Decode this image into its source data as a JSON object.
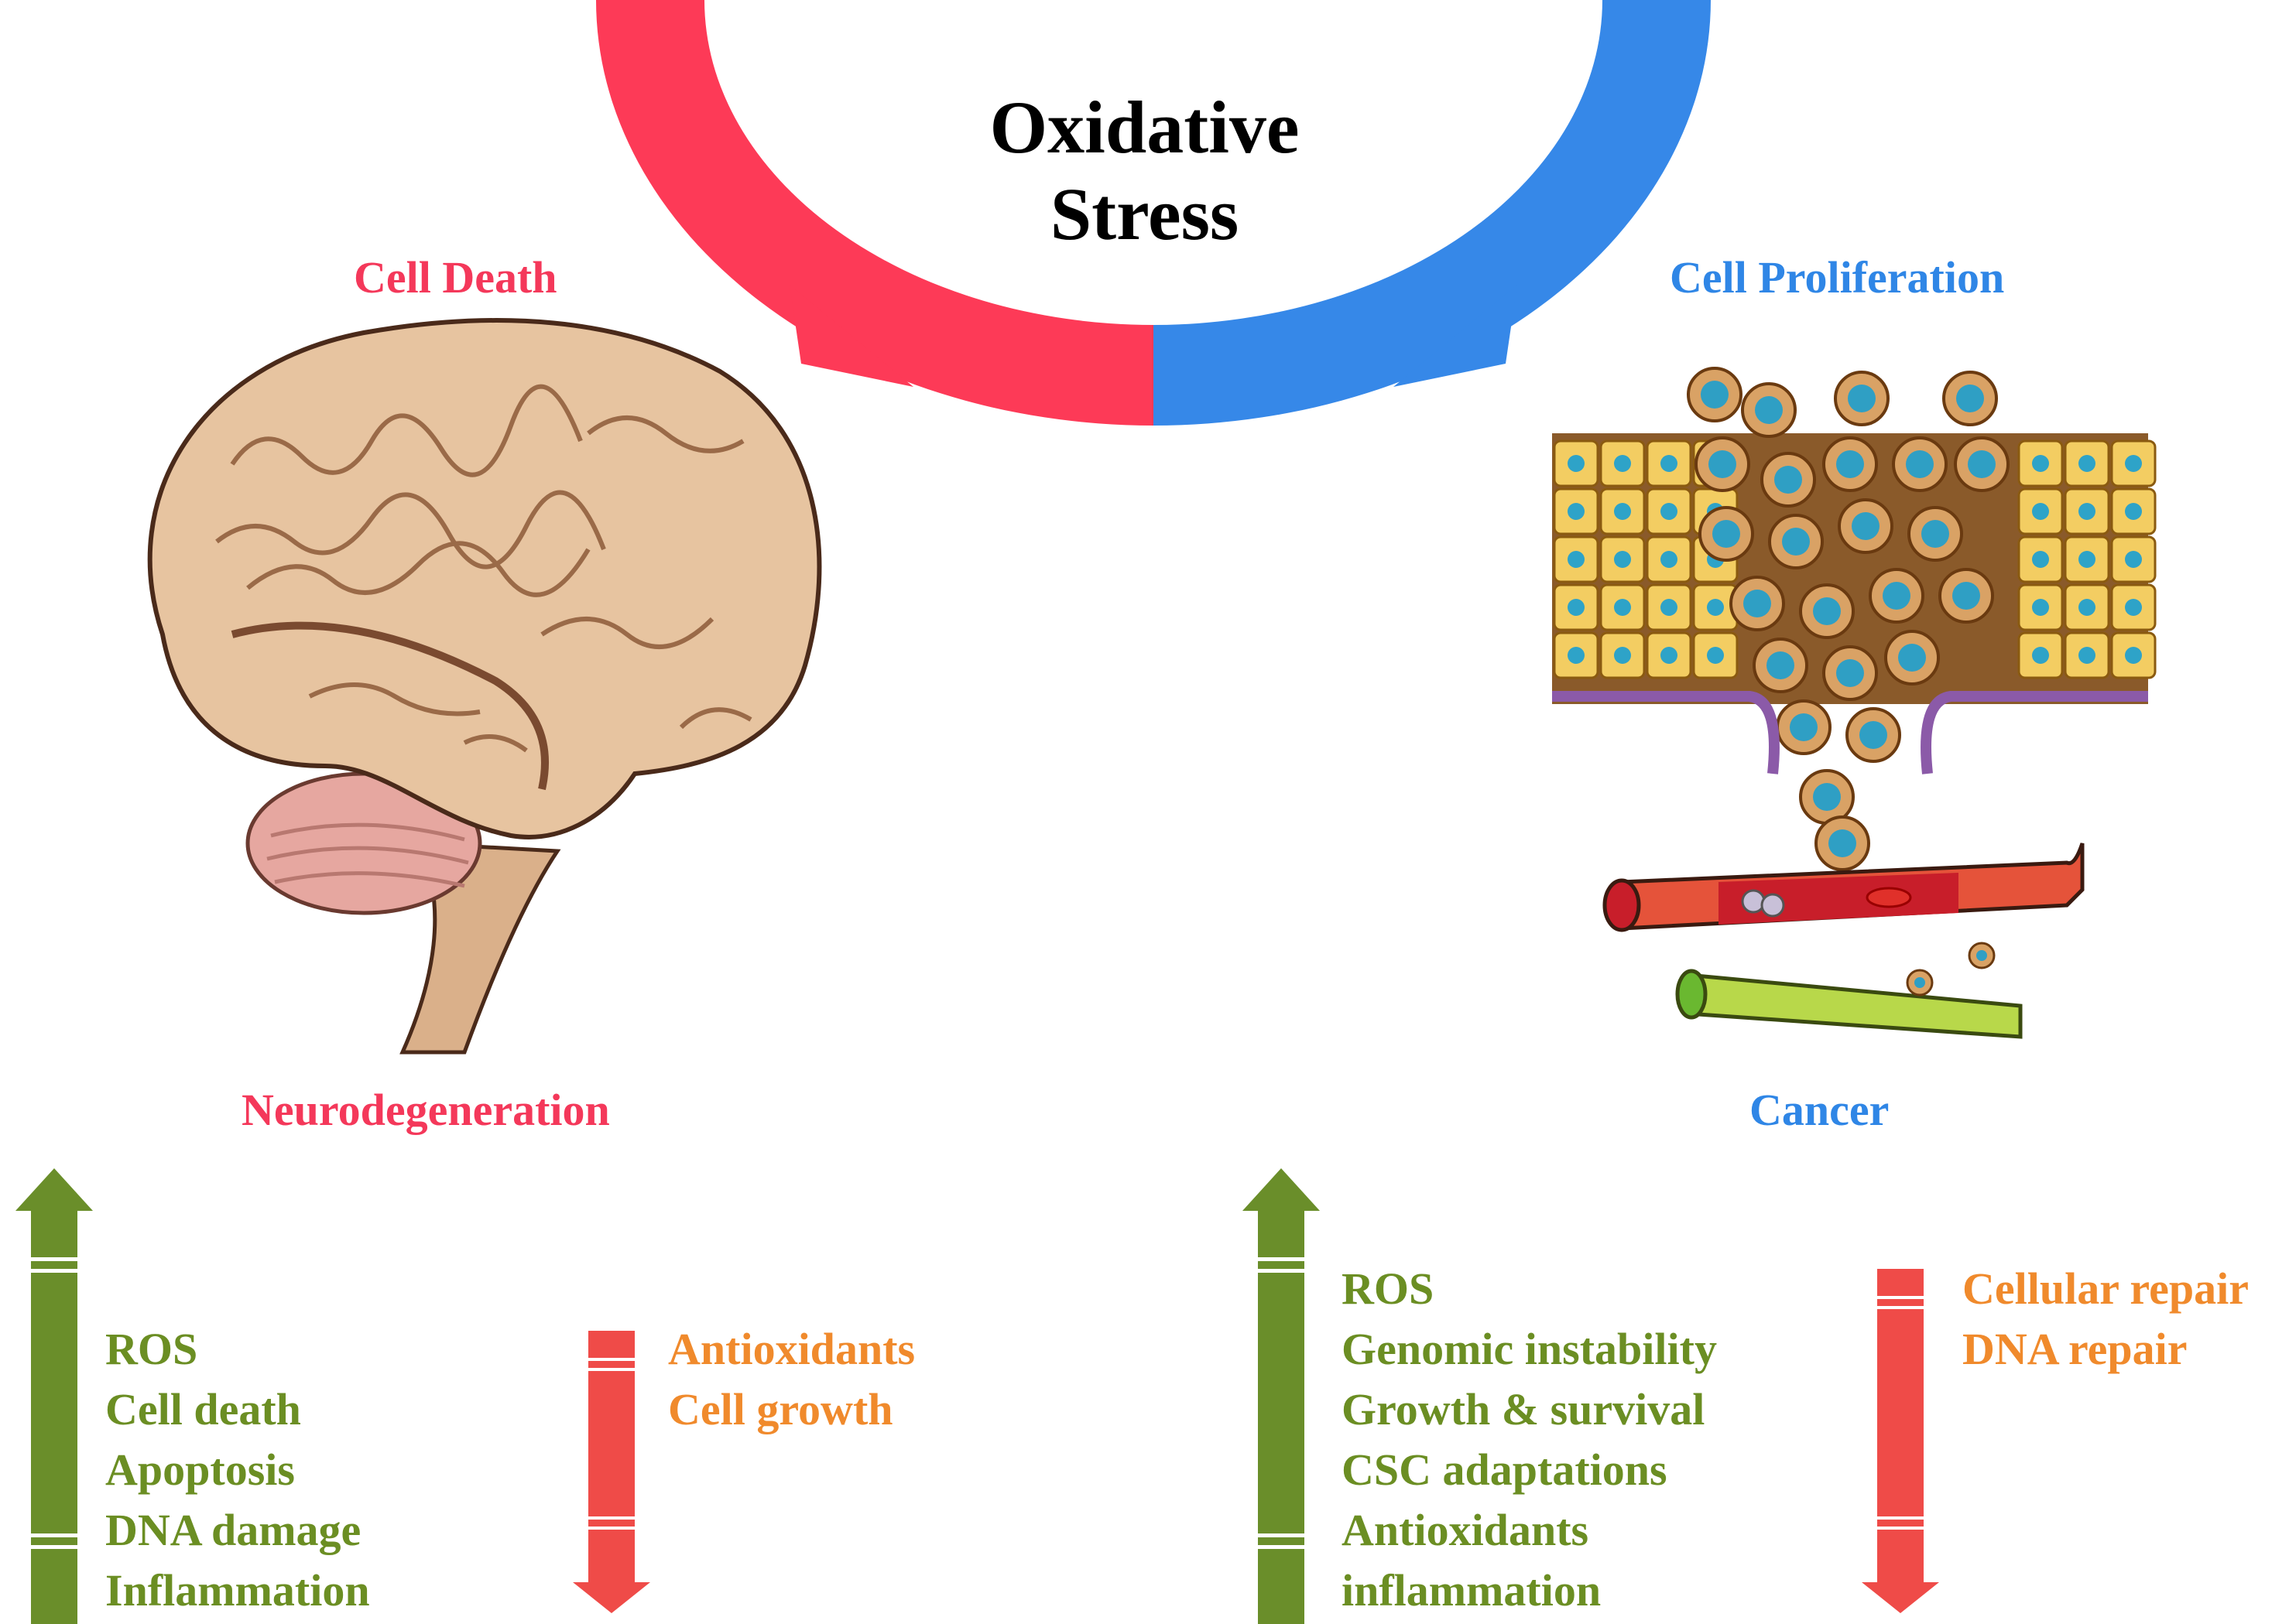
{
  "center": {
    "title_line1": "Oxidative",
    "title_line2": "Stress"
  },
  "left": {
    "heading": "Cell Death",
    "disease": "Neurodegeneration",
    "up_items": [
      "ROS",
      "Cell death",
      "Apoptosis",
      "DNA damage",
      "Inflammation"
    ],
    "down_items": [
      "Antioxidants",
      "Cell growth"
    ]
  },
  "right": {
    "heading": "Cell Proliferation",
    "disease": "Cancer",
    "up_items": [
      "ROS",
      "Genomic instability",
      "Growth & survival",
      "CSC adaptations",
      "Antioxidants",
      "inflammation"
    ],
    "down_items": [
      "Cellular repair",
      "DNA repair"
    ]
  },
  "colors": {
    "death": "#f4385a",
    "proliferation": "#2f86e6",
    "increase": "#6b8e23",
    "decrease": "#f04848",
    "decrease_text": "#f08a2c"
  },
  "icons": [
    "brain-illustration",
    "tumor-invasion-illustration",
    "up-arrow-icon",
    "down-arrow-icon"
  ]
}
